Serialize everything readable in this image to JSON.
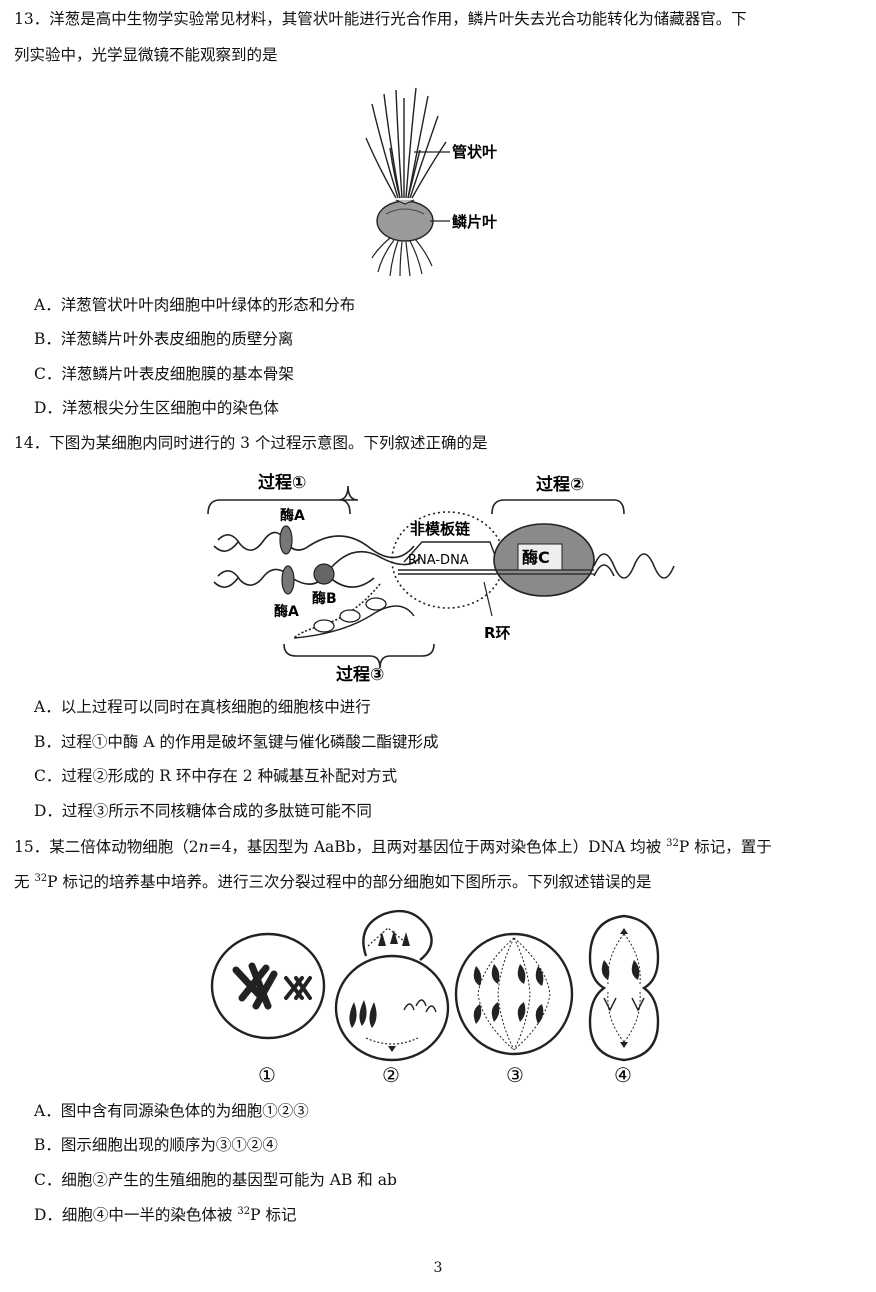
{
  "q13": {
    "stem_line1": "13．洋葱是高中生物学实验常见材料，其管状叶能进行光合作用，鳞片叶失去光合功能转化为储藏器官。下",
    "stem_line2": "列实验中，光学显微镜不能观察到的是",
    "figure": {
      "label_tubular_leaf": "管状叶",
      "label_scale_leaf": "鳞片叶"
    },
    "options": [
      "A．洋葱管状叶叶肉细胞中叶绿体的形态和分布",
      "B．洋葱鳞片叶外表皮细胞的质壁分离",
      "C．洋葱鳞片叶表皮细胞膜的基本骨架",
      "D．洋葱根尖分生区细胞中的染色体"
    ]
  },
  "q14": {
    "stem": "14．下图为某细胞内同时进行的 3 个过程示意图。下列叙述正确的是",
    "figure": {
      "process1": "过程①",
      "process2": "过程②",
      "process3": "过程③",
      "enzyme_a_top": "酶A",
      "enzyme_a_bottom": "酶A",
      "enzyme_b": "酶B",
      "enzyme_c": "酶C",
      "non_template": "非模板链",
      "rna_dna": "RNA-DNA",
      "r_loop": "R环"
    },
    "options": [
      "A．以上过程可以同时在真核细胞的细胞核中进行",
      "B．过程①中酶 A 的作用是破坏氢键与催化磷酸二酯键形成",
      "C．过程②形成的 R 环中存在 2 种碱基互补配对方式",
      "D．过程③所示不同核糖体合成的多肽链可能不同"
    ]
  },
  "q15": {
    "stem_line1_a": "15．某二倍体动物细胞（2",
    "stem_line1_n": "n",
    "stem_line1_b": "=4，基因型为 AaBb，且两对基因位于两对染色体上）DNA 均被 ",
    "stem_line1_sup": "32",
    "stem_line1_c": "P 标记，置于",
    "stem_line2_a": "无 ",
    "stem_line2_sup": "32",
    "stem_line2_b": "P 标记的培养基中培养。进行三次分裂过程中的部分细胞如下图所示。下列叙述错误的是",
    "figure": {
      "cell_labels": [
        "①",
        "②",
        "③",
        "④"
      ]
    },
    "option_a": "A．图中含有同源染色体的为细胞①②③",
    "option_b": "B．图示细胞出现的顺序为③①②④",
    "option_c": "C．细胞②产生的生殖细胞的基因型可能为 AB 和 ab",
    "option_d_a": "D．细胞④中一半的染色体被 ",
    "option_d_sup": "32",
    "option_d_b": "P 标记"
  },
  "page_number": "3"
}
